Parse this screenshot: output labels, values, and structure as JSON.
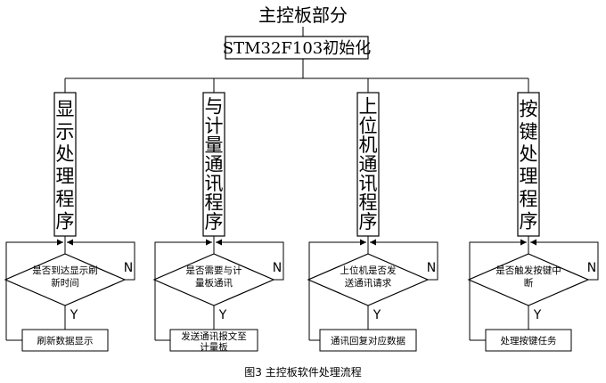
{
  "header": {
    "title": "主控板部分",
    "init_box": "STM32F103初始化"
  },
  "branches": [
    {
      "program": "显示处理程序",
      "question": [
        "是否到达显示刷",
        "新时间"
      ],
      "action": [
        "刷新数据显示"
      ],
      "yes_label": "Y",
      "no_label": "N"
    },
    {
      "program": "与计量通讯程序",
      "question": [
        "是否需要与计",
        "量板通讯"
      ],
      "action": [
        "发送通讯报文至",
        "计量板"
      ],
      "yes_label": "Y",
      "no_label": "N"
    },
    {
      "program": "上位机通讯程序",
      "question": [
        "上位机是否发",
        "送通讯请求"
      ],
      "action": [
        "通讯回复对应数据"
      ],
      "yes_label": "Y",
      "no_label": "N"
    },
    {
      "program": "按键处理程序",
      "question": [
        "是否触发按键中",
        "断"
      ],
      "action": [
        "处理按键任务"
      ],
      "yes_label": "Y",
      "no_label": "N"
    }
  ],
  "caption": "图3 主控板软件处理流程"
}
